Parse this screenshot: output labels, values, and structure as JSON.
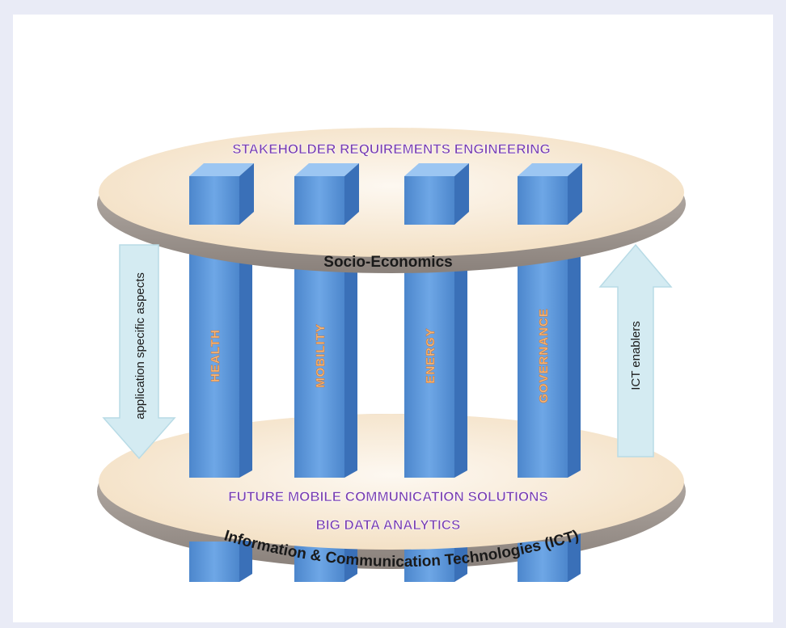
{
  "diagram": {
    "top_ring": {
      "title": "STAKEHOLDER REQUIREMENTS ENGINEERING",
      "rim_label": "Socio-Economics"
    },
    "bottom_ring": {
      "line1": "FUTURE MOBILE COMMUNICATION SOLUTIONS",
      "line2": "BIG DATA ANALYTICS",
      "rim_label": "Information & Communication Technologies (ICT)"
    },
    "pillars": [
      {
        "label": "HEALTH"
      },
      {
        "label": "MOBILITY"
      },
      {
        "label": "ENERGY"
      },
      {
        "label": "GOVERNANCE"
      }
    ],
    "left_arrow": {
      "label": "application specific aspects",
      "direction": "down"
    },
    "right_arrow": {
      "label": "ICT enablers",
      "direction": "up"
    },
    "colors": {
      "page_bg": "#e9ebf6",
      "panel_bg": "#ffffff",
      "ring_fill": "#f8ebd9",
      "ring_rim": "#9c938d",
      "pillar_front": "#5b94d6",
      "pillar_side": "#3a70b8",
      "pillar_top": "#8fbdf0",
      "pillar_label": "#f7b87a",
      "title_text": "#7a3fb0",
      "arrow_fill": "#d4ebf2",
      "arrow_stroke": "#b8dbe6"
    }
  }
}
